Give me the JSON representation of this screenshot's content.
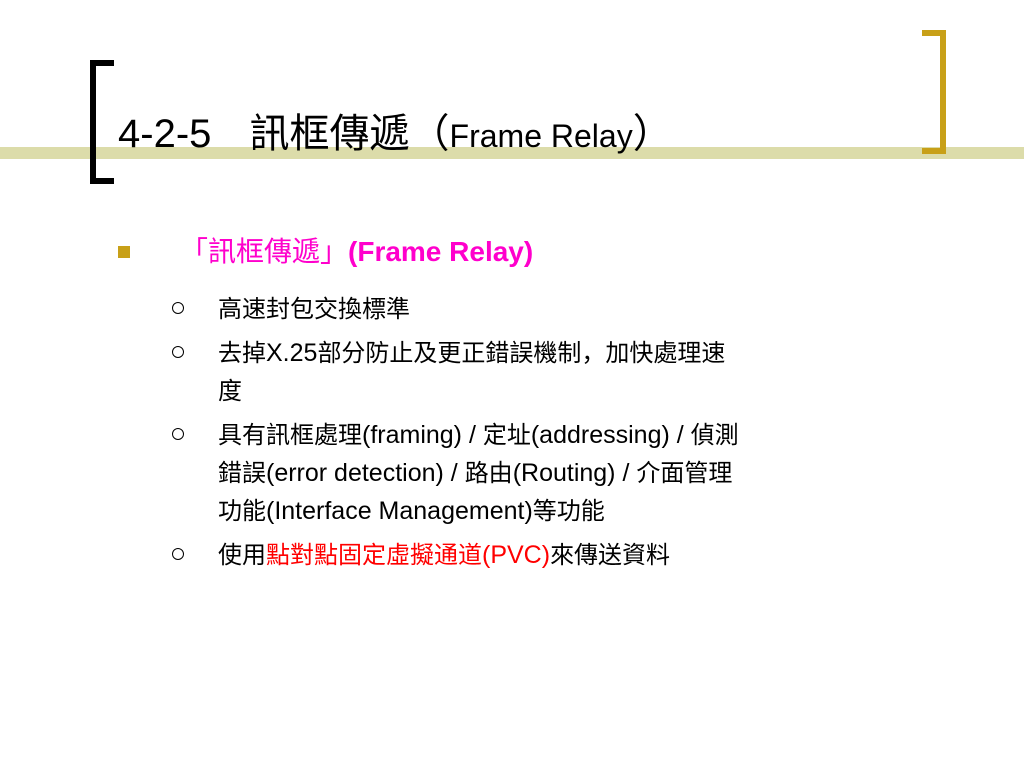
{
  "title": {
    "number": "4-2-5",
    "zh": "訊框傳遞",
    "open_paren": "（",
    "en": "Frame Relay",
    "close_paren": "）"
  },
  "heading": {
    "zh": "「訊框傳遞」",
    "en": "(Frame Relay)"
  },
  "items": [
    {
      "parts": [
        "高速封包交換標準"
      ]
    },
    {
      "parts": [
        "去掉",
        "X.25",
        "部分防止及更正錯誤機制，加快處理速",
        "度"
      ]
    },
    {
      "parts": [
        "具有訊框處理",
        "(framing) / ",
        "定址",
        "(addressing) / ",
        "偵測",
        "錯誤",
        "(error detection) / ",
        "路由",
        "(Routing) / ",
        "介面管理",
        "功能",
        "(Interface Management)",
        "等功能"
      ]
    },
    {
      "parts": [
        "使用",
        "點對點固定虛擬通道",
        "(PVC)",
        "來傳送資料"
      ]
    }
  ],
  "colors": {
    "heading": "#ff00cc",
    "highlight": "#ff0000",
    "accent": "#c8a018",
    "stripe": "#dcdcaa"
  }
}
